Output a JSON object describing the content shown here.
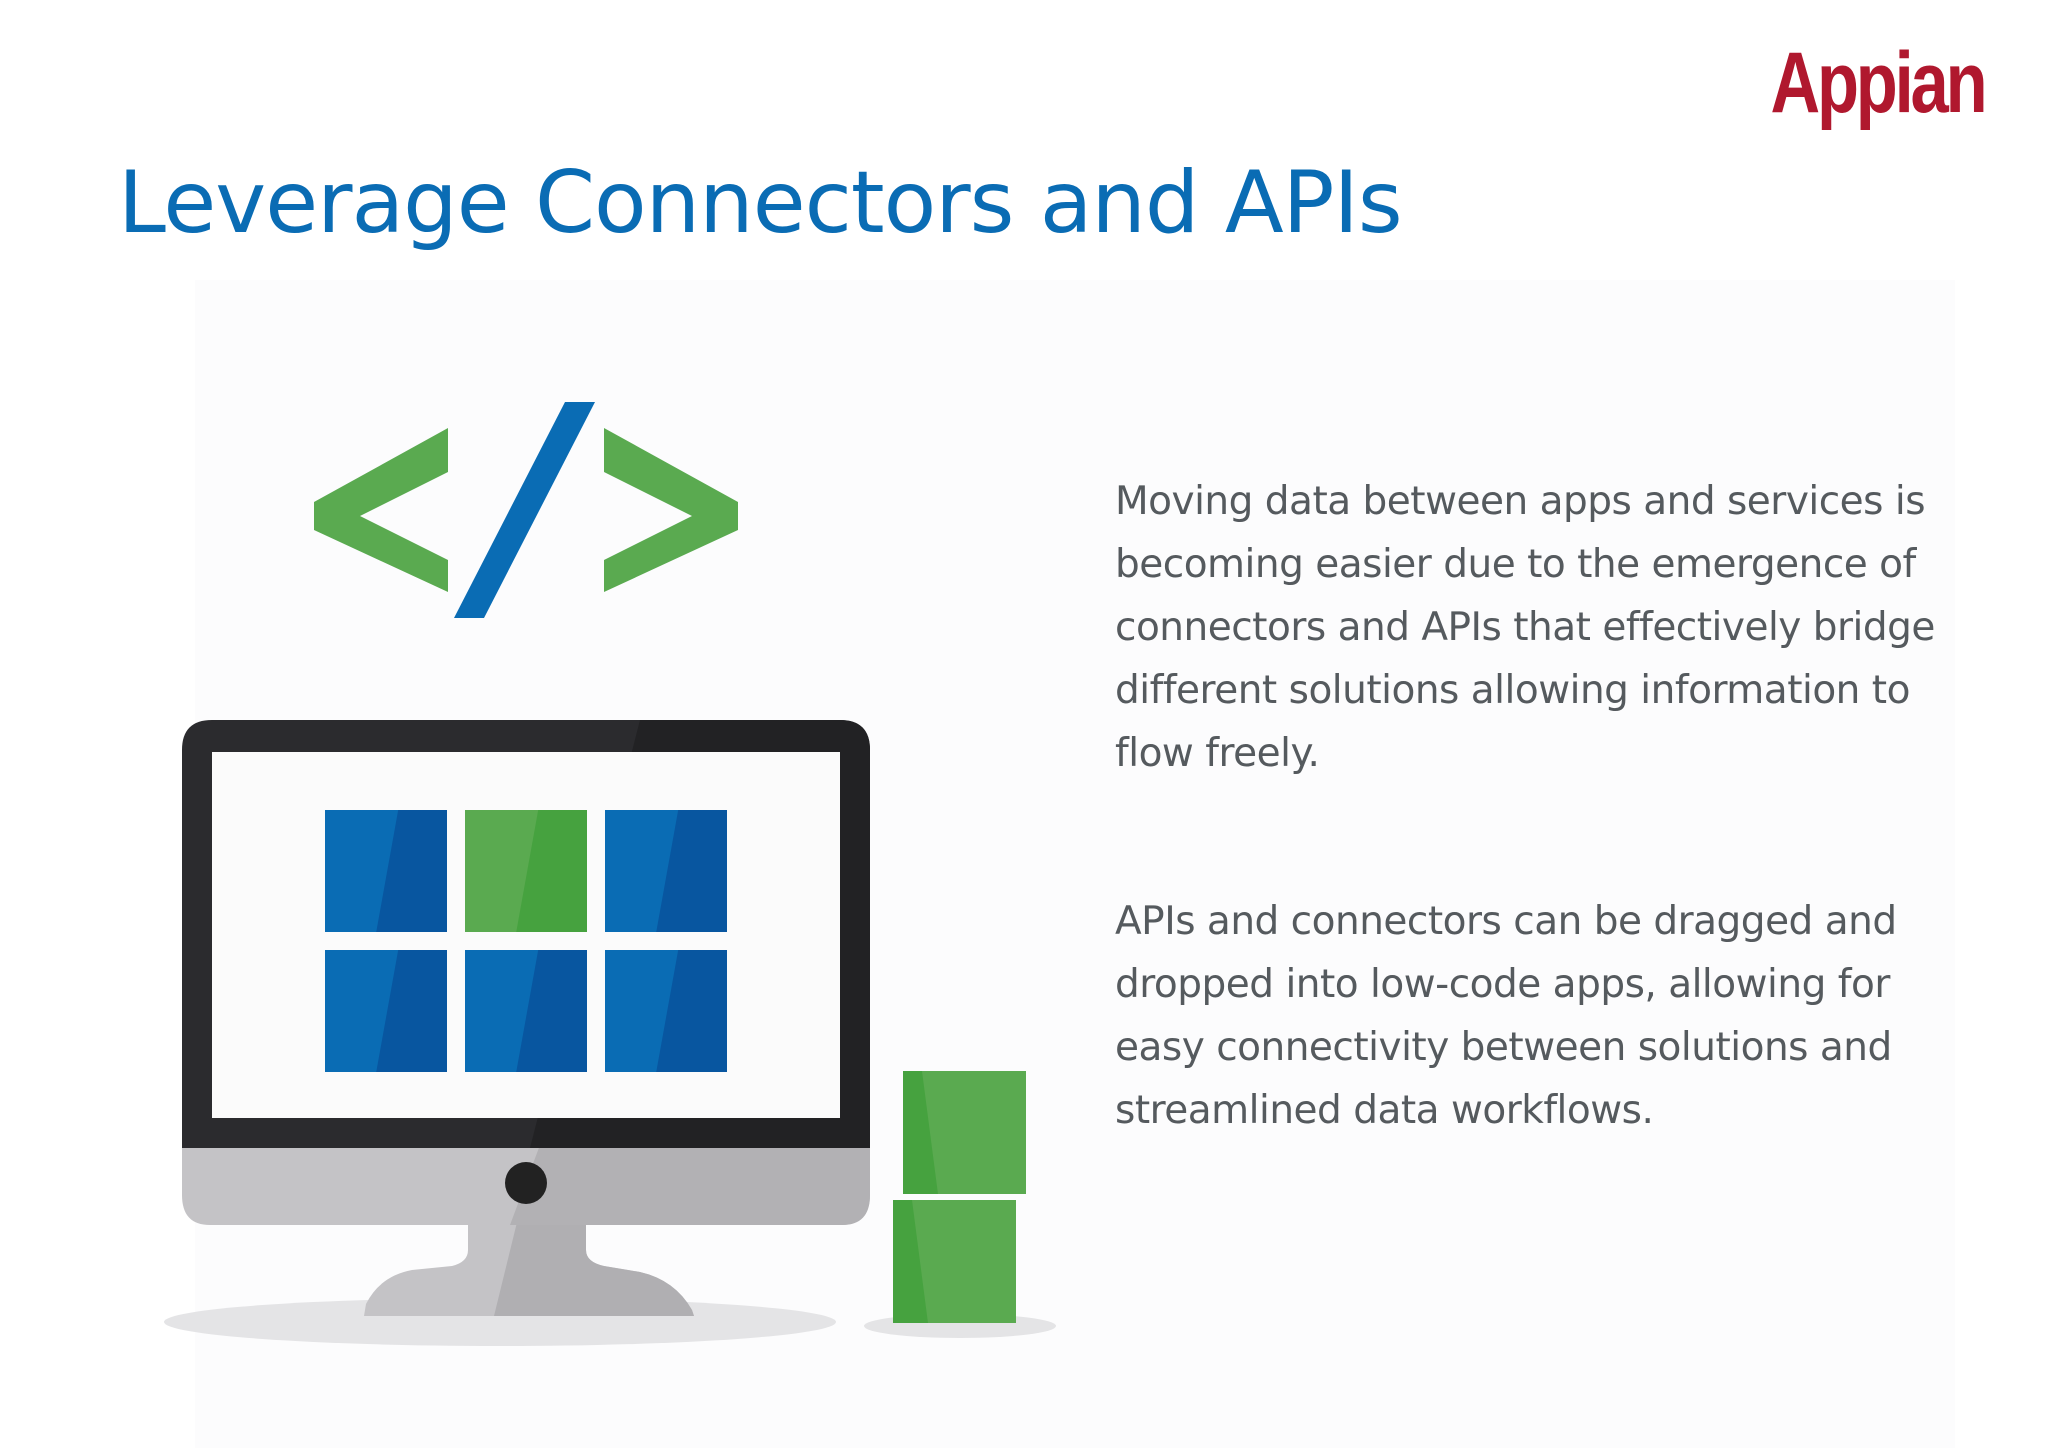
{
  "brand": {
    "logo_text": "Appian",
    "logo_color": "#b0182e"
  },
  "slide": {
    "title": "Leverage Connectors and APIs",
    "title_color": "#0a6cb4",
    "paragraphs": [
      "Moving data between apps and services is becoming easier due to the emergence of connectors and APIs that effectively bridge different solutions allowing information to flow freely.",
      "APIs and connectors can be dragged and dropped into low-code apps, allowing for easy connectivity between solutions and streamlined data workflows."
    ],
    "text_color": "#555a5e"
  },
  "illustration": {
    "icons": [
      "code-brackets-icon",
      "desktop-monitor-icon",
      "stacked-blocks-icon"
    ],
    "colors": {
      "green": "#5aaa50",
      "green_dark": "#46a23f",
      "blue": "#0a6cb4",
      "blue_dark": "#0856a0",
      "bezel": "#2b2b2e",
      "stand": "#c4c3c6"
    },
    "tile_colors": [
      "blue",
      "green",
      "blue",
      "blue",
      "blue",
      "blue"
    ]
  }
}
